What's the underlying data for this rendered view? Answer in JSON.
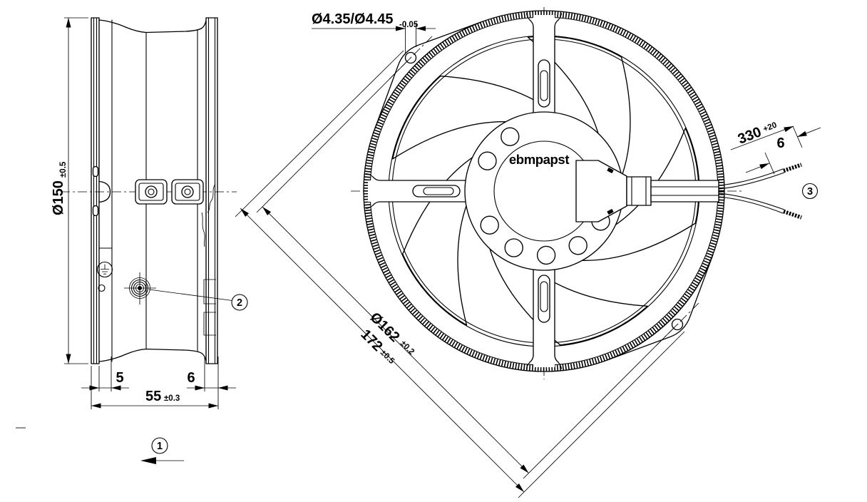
{
  "brand_logo": "ebmpapst",
  "dimensions": {
    "mounting_hole_dia": {
      "value": "Ø4.35/Ø4.45",
      "tolerance": "-0.05"
    },
    "outer_dia": {
      "value": "Ø150",
      "tolerance": "±0.5"
    },
    "flange_depth_front": "5",
    "flange_depth_rear": "6",
    "total_depth": {
      "value": "55",
      "tolerance": "±0.3"
    },
    "pitch_circle_dia": {
      "value": "Ø162",
      "tolerance": "±0.2"
    },
    "corner_diagonal": {
      "value": "172",
      "tolerance": "±0.5"
    },
    "lead_wire_length": {
      "value": "330",
      "tolerance": "+20"
    },
    "wire_strip_length": "6"
  },
  "callouts": {
    "one": "1",
    "two": "2",
    "three": "3"
  }
}
